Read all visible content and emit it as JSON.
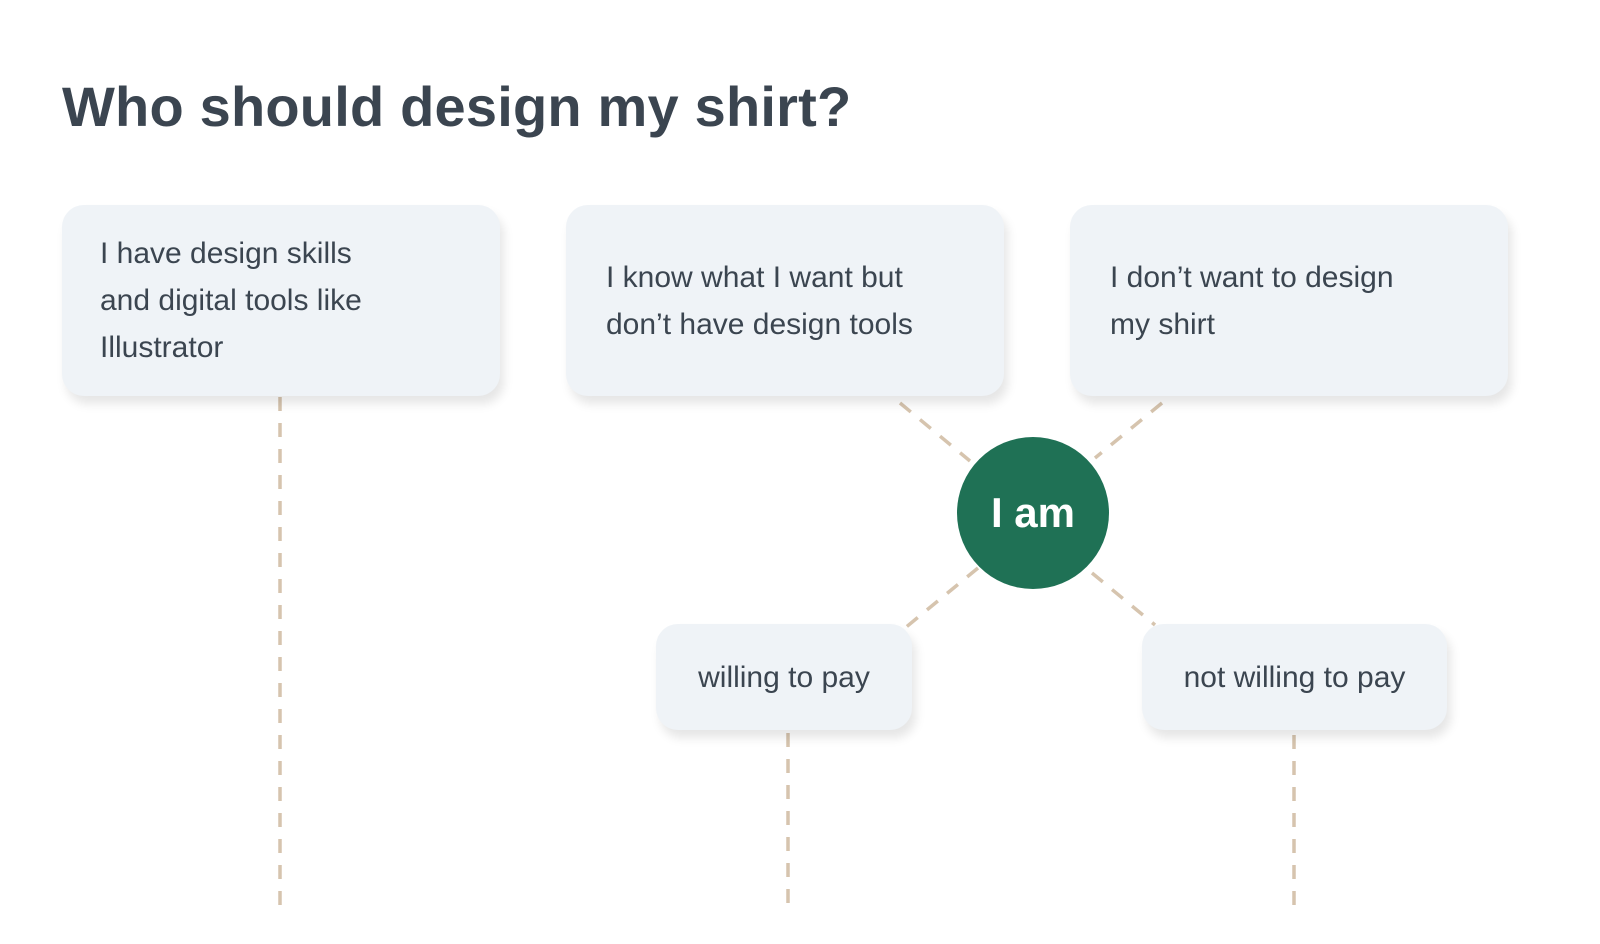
{
  "title": "Who should design my shirt?",
  "colors": {
    "title_text": "#3b4550",
    "box_background": "#eff3f7",
    "center_node": "#1f7155",
    "connector": "#d6c4ae"
  },
  "top_options": [
    {
      "label": "I have design skills and digital tools like Illustrator",
      "lines": [
        "I have design skills",
        "and digital tools like",
        "Illustrator"
      ]
    },
    {
      "label": "I know what I want but don’t have design tools",
      "lines": [
        "I know what I want but",
        "don’t have design tools"
      ]
    },
    {
      "label": "I don’t want to design my shirt",
      "lines": [
        "I don’t want to design",
        "my shirt"
      ]
    }
  ],
  "center_node": {
    "label": "I am"
  },
  "bottom_options": [
    {
      "label": "willing to pay"
    },
    {
      "label": "not willing to pay"
    }
  ]
}
